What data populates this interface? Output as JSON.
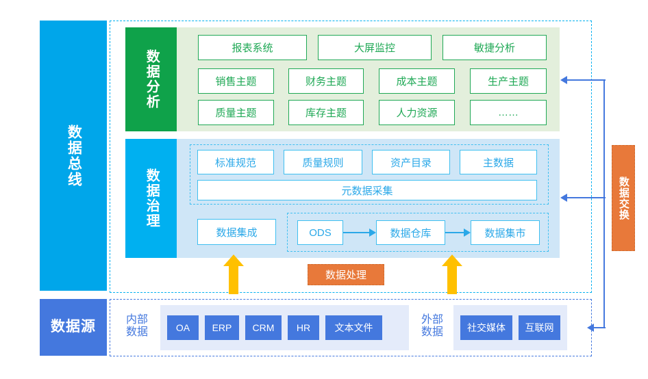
{
  "left_bars": {
    "bus": "数据总线",
    "source": "数据源"
  },
  "right_bar": {
    "exchange": "数据交换"
  },
  "analysis": {
    "bar_label": "数据分析",
    "row1": [
      "报表系统",
      "大屏监控",
      "敏捷分析"
    ],
    "row2": [
      "销售主题",
      "财务主题",
      "成本主题",
      "生产主题"
    ],
    "row3": [
      "质量主题",
      "库存主题",
      "人力资源",
      "……"
    ]
  },
  "governance": {
    "bar_label": "数据治理",
    "standards": [
      "标准规范",
      "质量规则",
      "资产目录",
      "主数据"
    ],
    "metadata": "元数据采集",
    "integration": "数据集成",
    "pipeline": [
      "ODS",
      "数据仓库",
      "数据集市"
    ]
  },
  "processing": {
    "label": "数据处理"
  },
  "datasource": {
    "internal_label": "内部\n数据",
    "internal_label_line1": "内部",
    "internal_label_line2": "数据",
    "internal_items": [
      "OA",
      "ERP",
      "CRM",
      "HR",
      "文本文件"
    ],
    "external_label_line1": "外部",
    "external_label_line2": "数据",
    "external_items": [
      "社交媒体",
      "互联网"
    ]
  },
  "colors": {
    "bus_blue": "#00A6EA",
    "source_blue": "#4478DE",
    "analysis_green": "#0FA24A",
    "analysis_panel": "#E3EFDC",
    "governance_blue": "#00B0F0",
    "governance_panel": "#CFE6F7",
    "exchange_orange": "#E8793A",
    "arrow_yellow": "#FFC000"
  }
}
